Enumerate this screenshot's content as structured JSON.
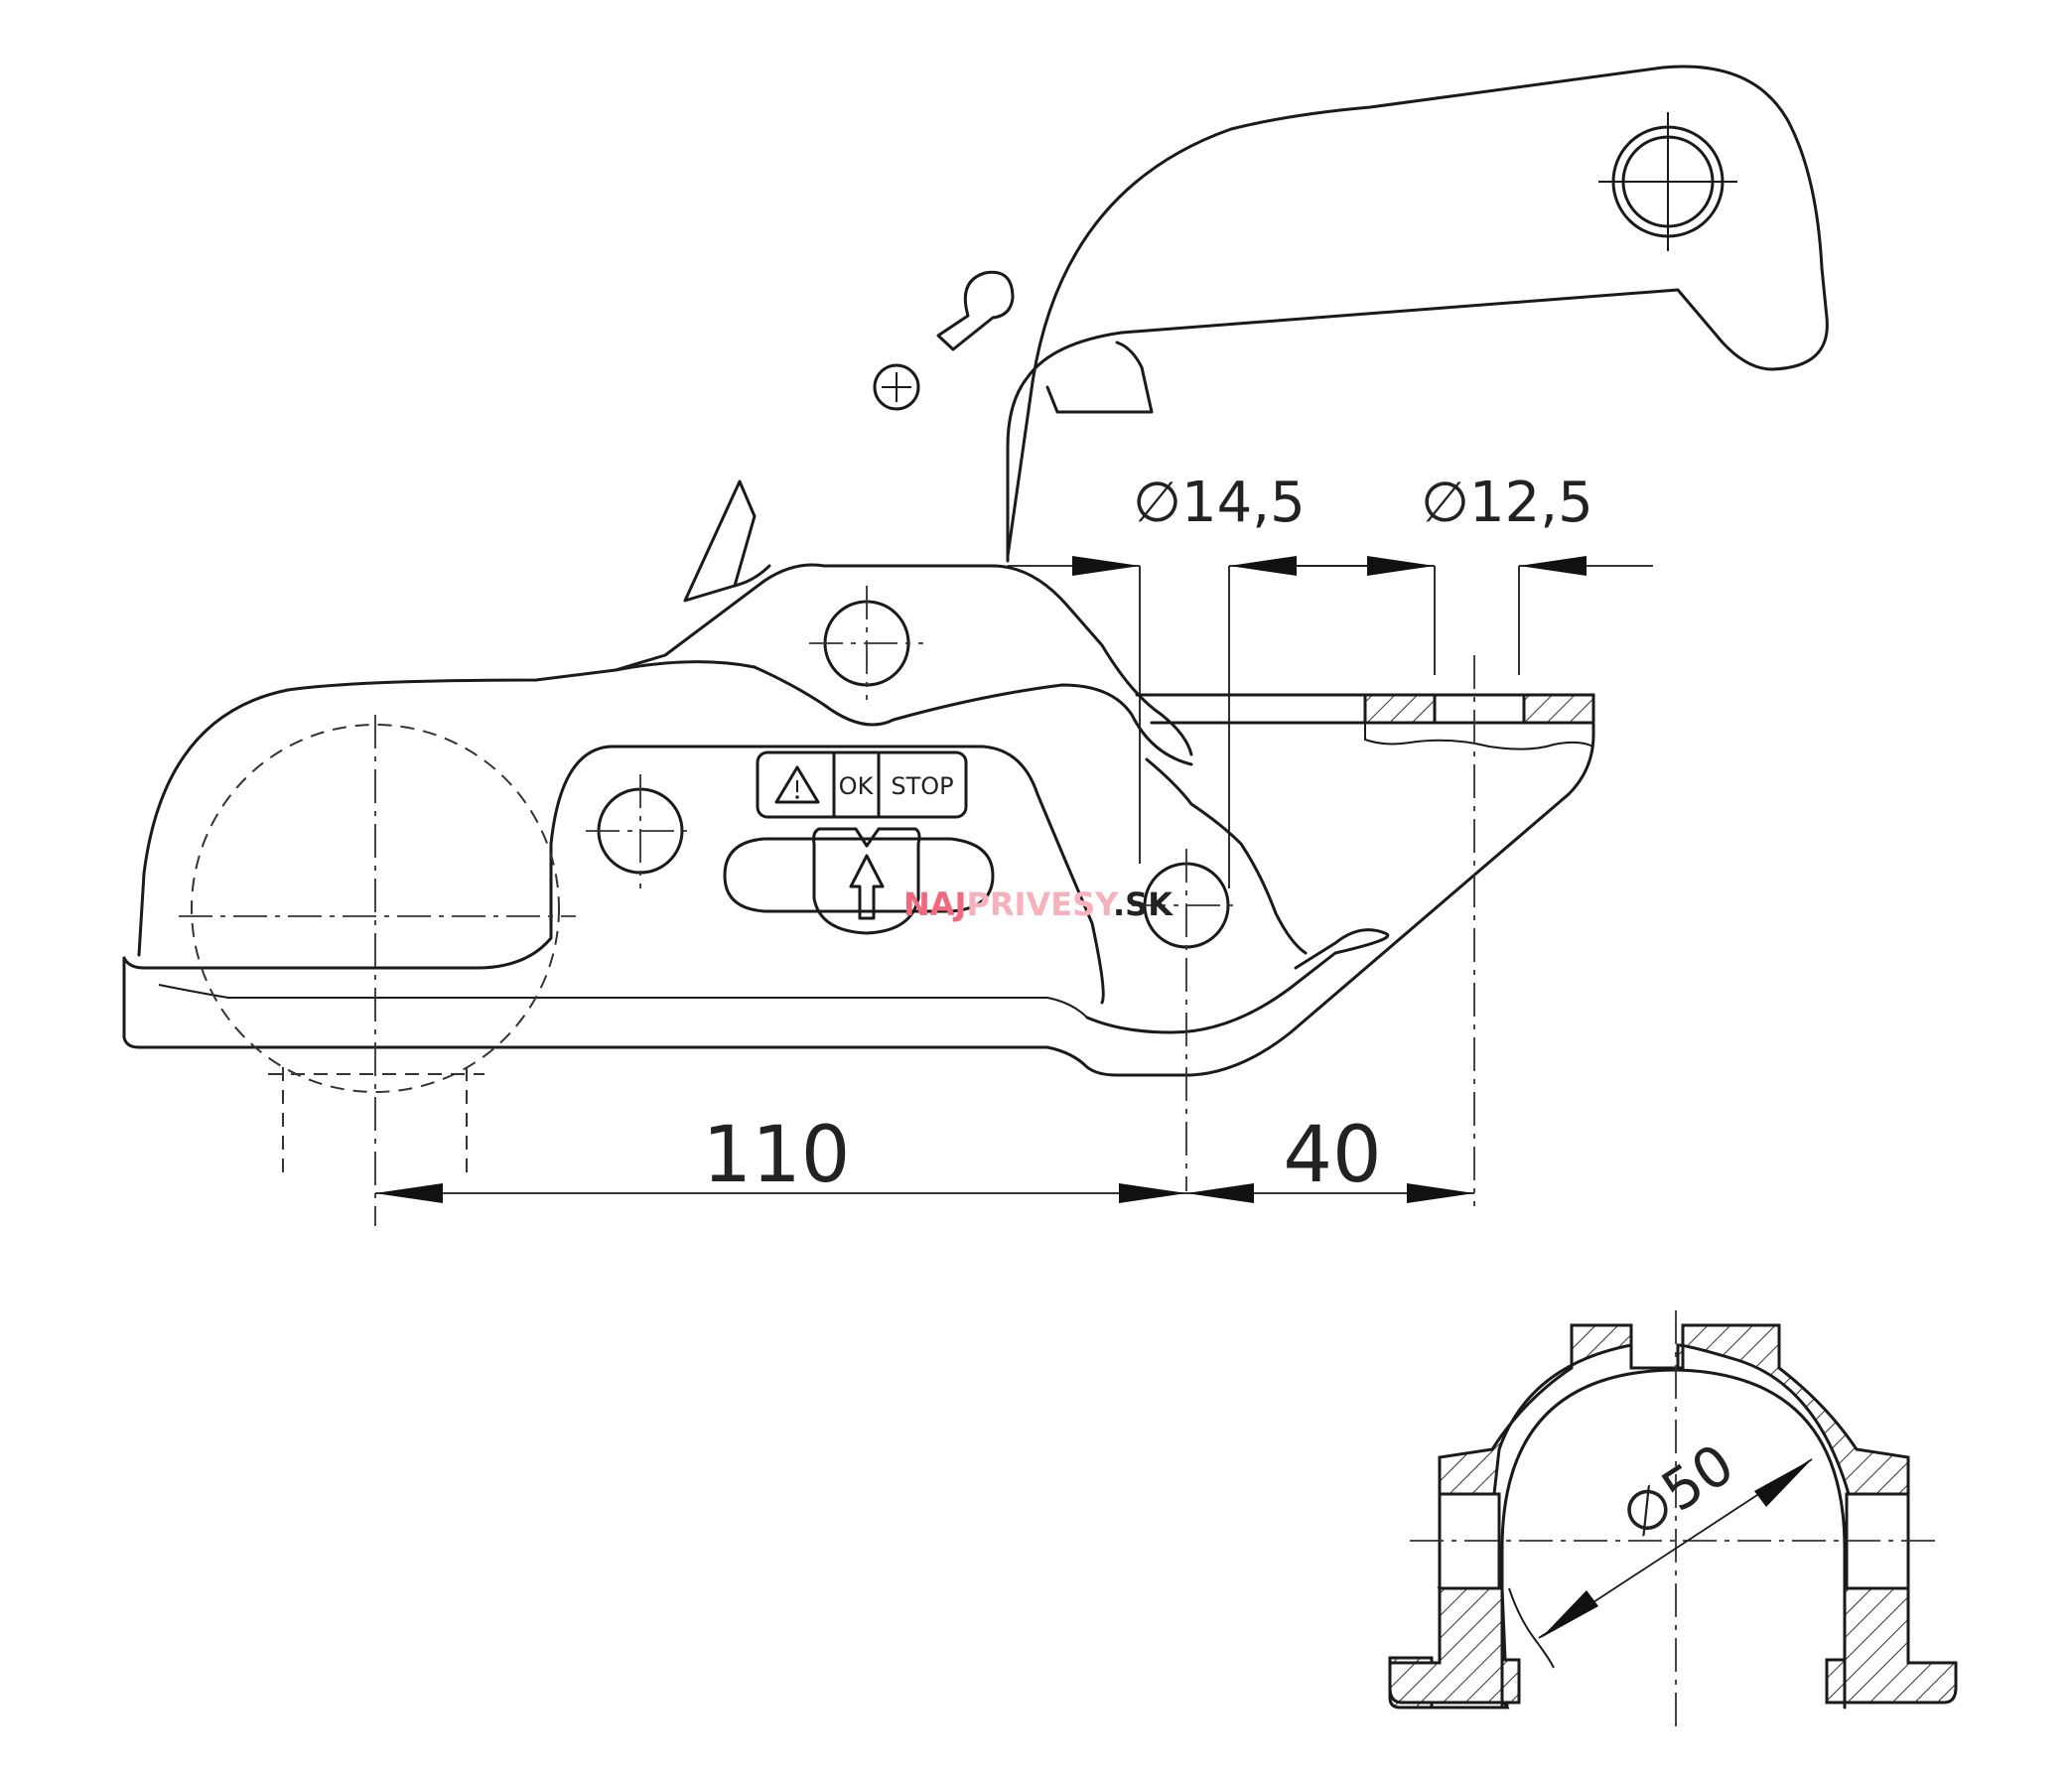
{
  "dimensions": {
    "d_14_5": "∅14,5",
    "d_12_5": "∅12,5",
    "len_110": "110",
    "len_40": "40",
    "d_50": "∅50"
  },
  "labels": {
    "warning_symbol": "⚠",
    "ok": "OK",
    "stop": "STOP"
  },
  "watermark": {
    "part1": "NAJ",
    "part2": "PRIVESY",
    "part3": ".SK",
    "color_part1": "#f06a7e",
    "color_part2": "#f5b2bd",
    "color_part3": "#222222"
  },
  "icons": [
    "warning-triangle-icon",
    "arrow-up-icon"
  ]
}
